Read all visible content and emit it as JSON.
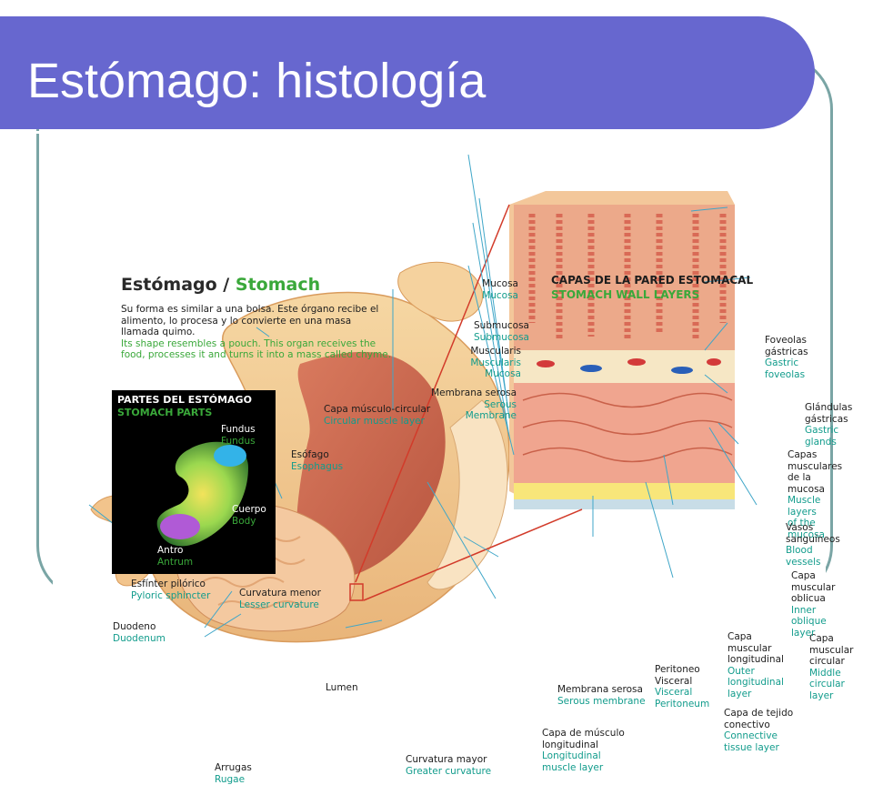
{
  "slide": {
    "title": "Estómago: histología"
  },
  "colors": {
    "title_bar": "#6767cf",
    "frame": "#7aa5a5",
    "label_es": "#1d1d1d",
    "label_en": "#129c8c",
    "label_en_alt": "#3aa83a"
  },
  "heading": {
    "es": "Estómago /",
    "en": "Stomach"
  },
  "intro": {
    "es": [
      "Su forma es similar a una bolsa. Este órgano recibe el",
      "alimento, lo procesa y lo convierte en una masa",
      "llamada quimo."
    ],
    "en": [
      "Its shape resembles a pouch. This organ receives the",
      "food, processes it and turns it into a mass called chyme."
    ]
  },
  "parts_box": {
    "title_es": "PARTES DEL ESTÓMAGO",
    "title_en": "STOMACH PARTS",
    "labels": [
      {
        "es": "Fundus",
        "en": "Fundus"
      },
      {
        "es": "Cuerpo",
        "en": "Body"
      },
      {
        "es": "Antro",
        "en": "Antrum"
      }
    ]
  },
  "wall_header": {
    "es": "CAPAS DE LA PARED ESTOMACAL",
    "en": "STOMACH WALL LAYERS"
  },
  "labels": {
    "mucosa": {
      "es": "Mucosa",
      "en": "Mucosa"
    },
    "submucosa": {
      "es": "Submucosa",
      "en": "Submucosa"
    },
    "muscularis": {
      "es": "Muscularis",
      "en": [
        "Muscularis",
        "Mucosa"
      ]
    },
    "serosa_membrane": {
      "es": "Membrana serosa",
      "en": [
        "Serous",
        "Membrane"
      ]
    },
    "circular": {
      "es": "Capa músculo-circular",
      "en": "Circular muscle layer"
    },
    "esophagus": {
      "es": "Esófago",
      "en": "Esophagus"
    },
    "pyloric": {
      "es": "Esfínter pilórico",
      "en": "Pyloric sphincter"
    },
    "lesser": {
      "es": "Curvatura menor",
      "en": "Lesser curvature"
    },
    "duodenum": {
      "es": "Duodeno",
      "en": "Duodenum"
    },
    "lumen": {
      "es": "Lumen"
    },
    "rugae": {
      "es": "Arrugas",
      "en": "Rugae"
    },
    "greater": {
      "es": "Curvatura mayor",
      "en": "Greater curvature"
    },
    "long_muscle": {
      "es": [
        "Capa de músculo",
        "longitudinal"
      ],
      "en": [
        "Longitudinal",
        "muscle layer"
      ]
    },
    "serous_bottom": {
      "es": "Membrana serosa",
      "en": "Serous membrane"
    },
    "peritoneum": {
      "es": [
        "Peritoneo",
        "Visceral"
      ],
      "en": [
        "Visceral",
        "Peritoneum"
      ]
    },
    "connective": {
      "es": [
        "Capa de tejido",
        "conectivo"
      ],
      "en": [
        "Connective",
        "tissue layer"
      ]
    },
    "outer_long": {
      "es": [
        "Capa",
        "muscular",
        "longitudinal"
      ],
      "en": [
        "Outer",
        "longitudinal",
        "layer"
      ]
    },
    "middle_circ": {
      "es": [
        "Capa",
        "muscular",
        "circular"
      ],
      "en": [
        "Middle",
        "circular layer"
      ]
    },
    "foveolas": {
      "es": "Foveolas gástricas",
      "en": "Gastric foveolas"
    },
    "glands": {
      "es": [
        "Glándulas",
        "gástricas"
      ],
      "en": "Gastric glands"
    },
    "muscle_mucosa": {
      "es": [
        "Capas",
        "musculares",
        "de la mucosa"
      ],
      "en": [
        "Muscle layers",
        "of the mucosa"
      ]
    },
    "vessels": {
      "es": [
        "Vasos",
        "sanguíneos"
      ],
      "en": "Blood vessels"
    },
    "oblique": {
      "es": [
        "Capa",
        "muscular",
        "oblicua"
      ],
      "en": [
        "Inner oblique",
        "layer"
      ]
    }
  }
}
